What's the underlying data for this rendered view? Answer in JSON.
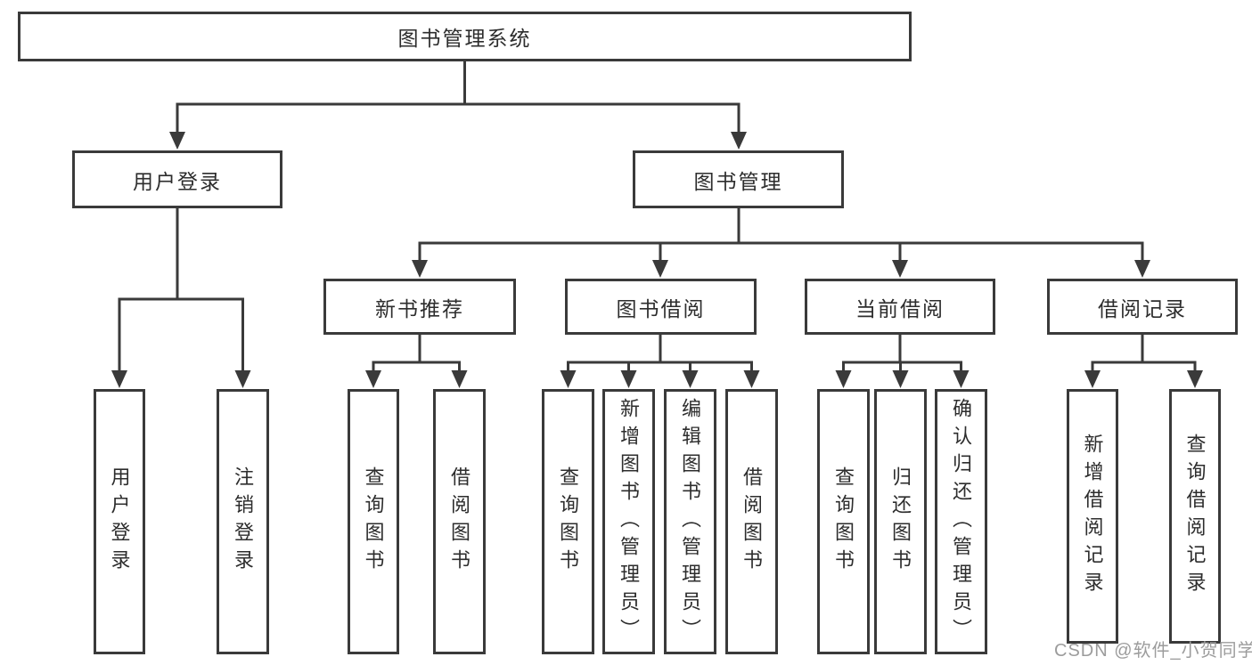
{
  "root": {
    "label": "图书管理系统"
  },
  "user_login": {
    "label": "用户登录",
    "children": [
      {
        "label": "用户登录"
      },
      {
        "label": "注销登录"
      }
    ]
  },
  "book_management": {
    "label": "图书管理",
    "groups": [
      {
        "label": "新书推荐",
        "children": [
          {
            "label": "查询图书"
          },
          {
            "label": "借阅图书"
          }
        ]
      },
      {
        "label": "图书借阅",
        "children": [
          {
            "label": "查询图书"
          },
          {
            "label": "新增图书（管理员）"
          },
          {
            "label": "编辑图书（管理员）"
          },
          {
            "label": "借阅图书"
          }
        ]
      },
      {
        "label": "当前借阅",
        "children": [
          {
            "label": "查询图书"
          },
          {
            "label": "归还图书"
          },
          {
            "label": "确认归还（管理员）"
          }
        ]
      },
      {
        "label": "借阅记录",
        "children": [
          {
            "label": "新增借阅记录"
          },
          {
            "label": "查询借阅记录"
          }
        ]
      }
    ]
  },
  "watermark": "CSDN @软件_小贺同学",
  "colors": {
    "line": "#3a3a3a",
    "text": "#2d2d2d",
    "background": "#ffffff",
    "watermark": "#9c9c9c"
  }
}
